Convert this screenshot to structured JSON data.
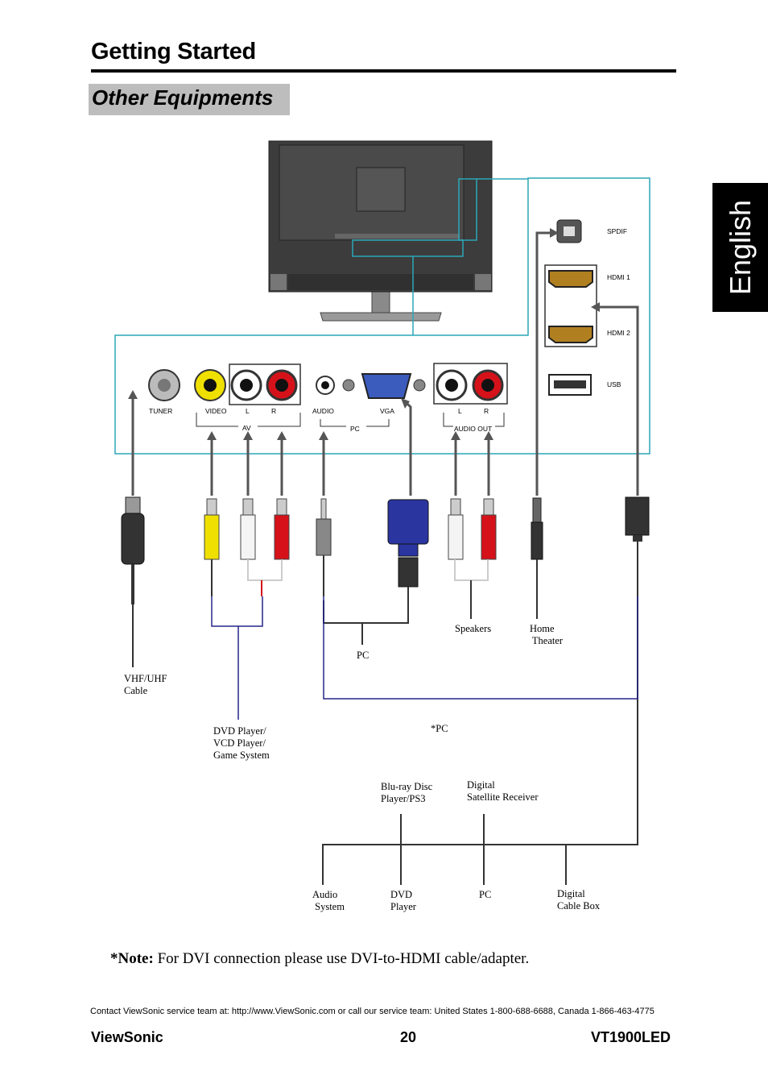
{
  "header": {
    "title": "Getting Started",
    "subtitle": "Other Equipments"
  },
  "language_tab": "English",
  "panel_labels": {
    "tuner": "TUNER",
    "video": "VIDEO",
    "l": "L",
    "r": "R",
    "av": "AV",
    "audio": "AUDIO",
    "vga": "VGA",
    "pc": "PC",
    "l2": "L",
    "r2": "R",
    "audio_out": "AUDIO OUT",
    "spdif": "SPDIF",
    "hdmi1": "HDMI 1",
    "hdmi2": "HDMI 2",
    "usb": "USB"
  },
  "devices": {
    "vhf_uhf": "VHF/UHF\nCable",
    "dvd_group": "DVD Player/\nVCD Player/\nGame System",
    "pc1": "PC",
    "speakers": "Speakers",
    "home_theater": "Home\n Theater",
    "pc_star": "*PC",
    "bluray": "Blu-ray Disc\nPlayer/PS3",
    "digital_sat": "Digital\nSatellite Receiver",
    "audio_system": "Audio\n System",
    "dvd_player": "DVD\nPlayer",
    "pc2": "PC",
    "digital_cable": "Digital\nCable Box"
  },
  "note": {
    "prefix": "*Note:",
    "text": " For DVI connection please use DVI-to-HDMI cable/adapter."
  },
  "contact": "Contact ViewSonic service team at: http://www.ViewSonic.com or call our service team: United States 1-800-688-6688, Canada 1-866-463-4775",
  "footer": {
    "brand": "ViewSonic",
    "page": "20",
    "model": "VT1900LED"
  },
  "colors": {
    "cyan": "#2aa7b7",
    "navy": "#26268a",
    "yellow": "#f0e000",
    "red": "#d5121a",
    "gray": "#555555"
  }
}
